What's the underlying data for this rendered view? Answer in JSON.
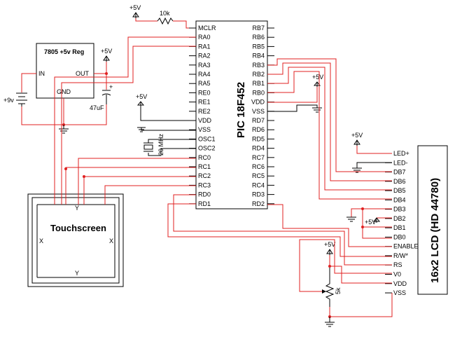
{
  "colors": {
    "wire": "#e02020",
    "outline": "#000000",
    "background": "#ffffff"
  },
  "pic": {
    "name": "PIC 18F452",
    "left_pins": [
      "MCLR",
      "RA0",
      "RA1",
      "RA2",
      "RA3",
      "RA4",
      "RA5",
      "RE0",
      "RE1",
      "RE2",
      "VDD",
      "VSS",
      "OSC1",
      "OSC2",
      "RC0",
      "RC1",
      "RC2",
      "RC3",
      "RD0",
      "RD1"
    ],
    "right_pins": [
      "RB7",
      "RB6",
      "RB5",
      "RB4",
      "RB3",
      "RB2",
      "RB1",
      "RB0",
      "VDD",
      "VSS",
      "RD7",
      "RD6",
      "RD5",
      "RD4",
      "RC7",
      "RC6",
      "RC5",
      "RC4",
      "RD3",
      "RD2"
    ]
  },
  "lcd": {
    "name": "16x2 LCD (HD 44780)",
    "pins": [
      "LED+",
      "LED-",
      "DB7",
      "DB6",
      "DB5",
      "DB4",
      "DB3",
      "DB2",
      "DB1",
      "DB0",
      "ENABLE",
      "R/W*",
      "RS",
      "V0",
      "VDD",
      "VSS"
    ]
  },
  "regulator": {
    "name": "7805 +5v Reg",
    "in": "IN",
    "out": "OUT",
    "gnd": "GND"
  },
  "touchscreen": {
    "name": "Touchscreen",
    "x_left": "X",
    "x_right": "X",
    "y_top": "Y",
    "y_bottom": "Y"
  },
  "parts": {
    "resistor_10k": "10k",
    "battery": "+9v",
    "capacitor": "47uF",
    "capacitor_plus": "+",
    "crystal": "20 MHz",
    "pot": "5k"
  },
  "power": {
    "label": "+5V"
  }
}
